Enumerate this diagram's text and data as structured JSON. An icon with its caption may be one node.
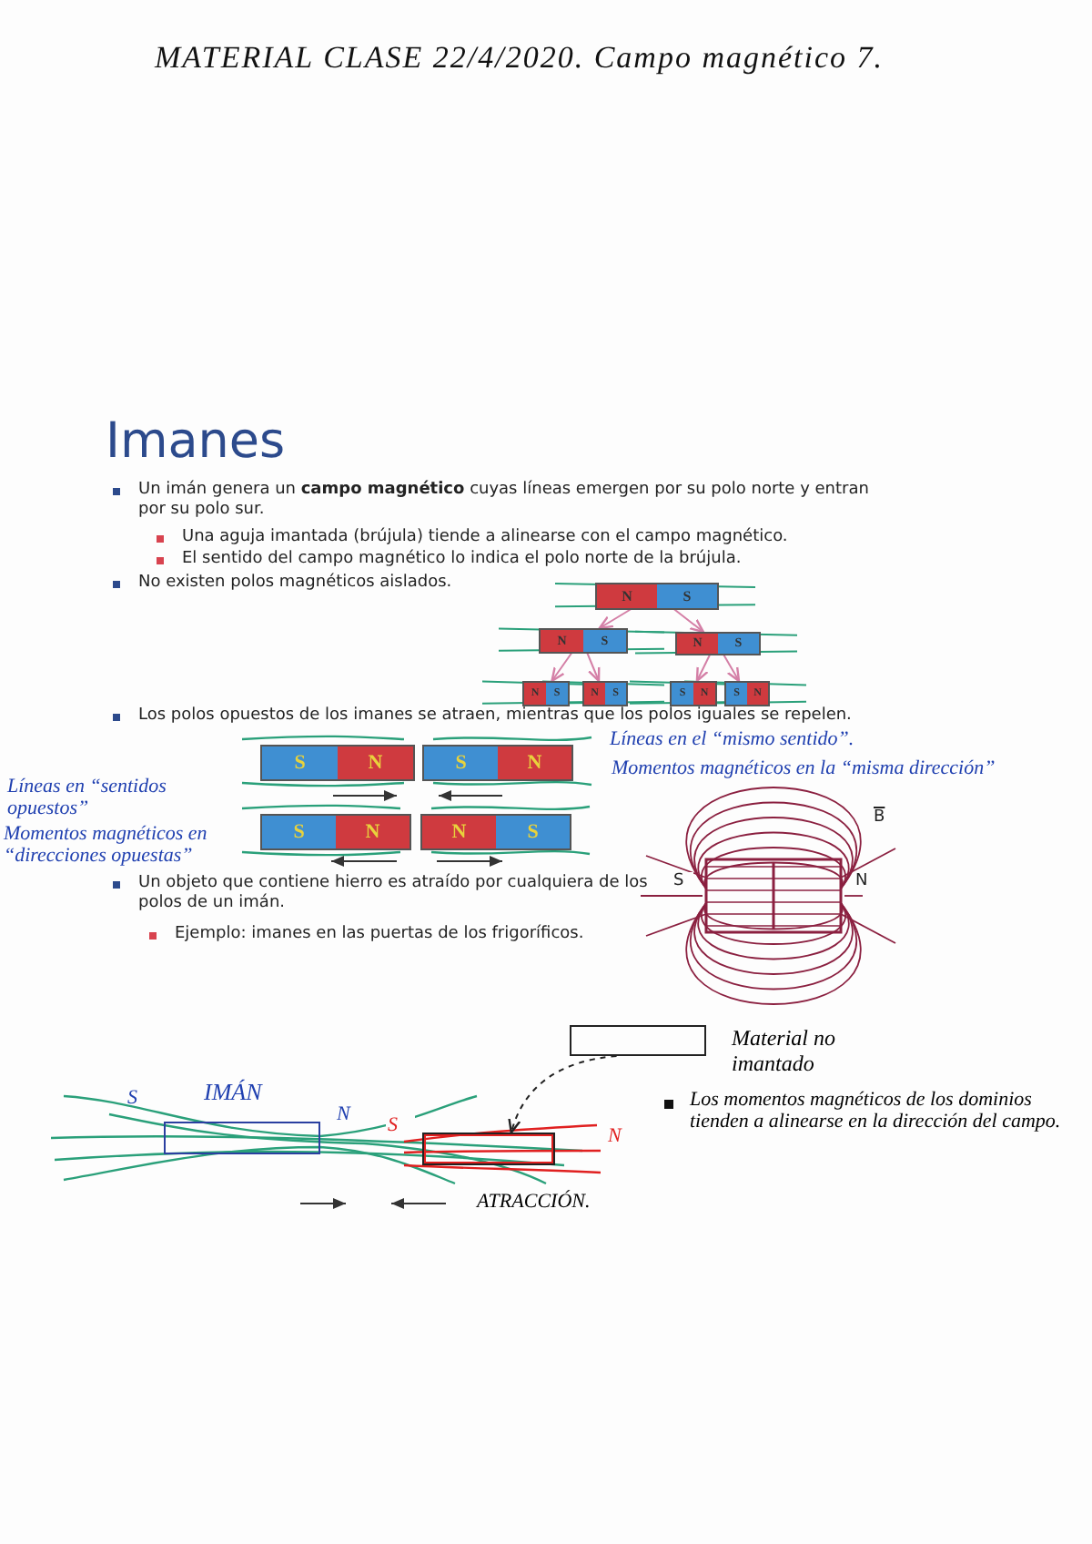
{
  "diagram": {
    "title": "MATERIAL CLASE 22/4/2020. Campo magnético 7.",
    "nodes": [
      {
        "text": [
          "N",
          "S"
        ]
      },
      {
        "text": [
          "N",
          "S"
        ]
      },
      {
        "text": [
          "N",
          "S"
        ]
      },
      {
        "text": [
          "N",
          "S"
        ]
      },
      {
        "text": [
          "N",
          "S"
        ]
      },
      {
        "text": [
          "S",
          "N"
        ]
      },
      {
        "text": [
          "S",
          "N"
        ]
      },
      {
        "text": [
          "S",
          "N"
        ]
      },
      {
        "text": [
          "S",
          "N"
        ]
      },
      {
        "text": [
          "S",
          "N"
        ]
      },
      {
        "text": [
          "N",
          "S"
        ]
      },
      {
        "text": [],
        "shape": "box",
        "beside": [
          "Material no imantado"
        ]
      },
      {
        "text": [
          "IMÁN"
        ]
      },
      {
        "text": [],
        "shape": "box"
      }
    ],
    "edges": [
      {
        "from": 0,
        "to": 1,
        "arrow": "to"
      },
      {
        "from": 0,
        "to": 2,
        "arrow": "to"
      },
      {
        "from": 1,
        "to": 3,
        "arrow": "to"
      },
      {
        "from": 1,
        "to": 4,
        "arrow": "to"
      },
      {
        "from": 2,
        "to": 5,
        "arrow": "to"
      },
      {
        "from": 2,
        "to": 6,
        "arrow": "to"
      },
      {
        "from": 11,
        "to": 13,
        "arrow": "to",
        "style": "dashed",
        "color": "#222222"
      }
    ],
    "labels": [
      "Imanes",
      "Un imán genera un **campo magnético** cuyas líneas emergen por su polo norte y entran por su polo sur.",
      "Una aguja imantada (brújula) tiende a alinearse con el campo magnético.",
      "El sentido del campo magnético lo indica el polo norte de la brújula.",
      "No existen polos magnéticos aislados.",
      "Los polos opuestos de los imanes se atraen, mientras que los polos iguales se repelen.",
      "Líneas en el “mismo sentido”.",
      "Momentos magnéticos en la “misma dirección”",
      "Líneas en “sentidos opuestos”",
      "B",
      "Momentos magnéticos en “direcciones opuestas”",
      "Un objeto que contiene hierro es atraído por cualquiera de los polos de un imán.",
      "S",
      "N",
      "Ejemplo: imanes en las puertas de los frigoríficos.",
      "S",
      "Los momentos magnéticos de los dominios tienden a alinearse en la dirección del campo.",
      "N",
      "S",
      "N",
      "ATRACCIÓN."
    ]
  }
}
